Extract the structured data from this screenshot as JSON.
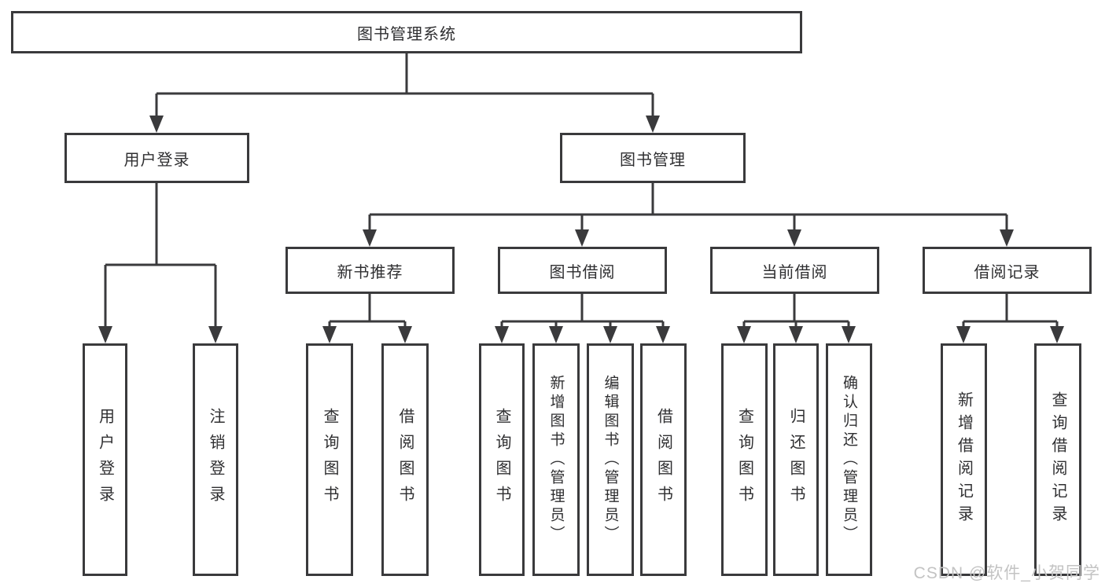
{
  "nodes": {
    "root": {
      "label": "图书管理系统"
    },
    "level2": [
      {
        "label": "用户登录"
      },
      {
        "label": "图书管理"
      }
    ],
    "level3": [
      {
        "label": "新书推荐",
        "parent": "图书管理"
      },
      {
        "label": "图书借阅",
        "parent": "图书管理"
      },
      {
        "label": "当前借阅",
        "parent": "图书管理"
      },
      {
        "label": "借阅记录",
        "parent": "图书管理"
      }
    ],
    "leaves": [
      {
        "label": "用户登录",
        "parent": "用户登录"
      },
      {
        "label": "注销登录",
        "parent": "用户登录"
      },
      {
        "label": "查询图书",
        "parent": "新书推荐"
      },
      {
        "label": "借阅图书",
        "parent": "新书推荐"
      },
      {
        "label": "查询图书",
        "parent": "图书借阅"
      },
      {
        "label": "新增图书（管理员）",
        "parent": "图书借阅"
      },
      {
        "label": "编辑图书（管理员）",
        "parent": "图书借阅"
      },
      {
        "label": "借阅图书",
        "parent": "图书借阅"
      },
      {
        "label": "查询图书",
        "parent": "当前借阅"
      },
      {
        "label": "归还图书",
        "parent": "当前借阅"
      },
      {
        "label": "确认归还（管理员）",
        "parent": "当前借阅"
      },
      {
        "label": "新增借阅记录",
        "parent": "借阅记录"
      },
      {
        "label": "查询借阅记录",
        "parent": "借阅记录"
      }
    ]
  },
  "watermark": {
    "text": "CSDN @软件_小贺同学"
  },
  "colors": {
    "line": "#3a3a3c",
    "border": "#3a3a3c",
    "text": "#2f2f31",
    "watermark": "#c3c3c3",
    "background": "#ffffff"
  }
}
